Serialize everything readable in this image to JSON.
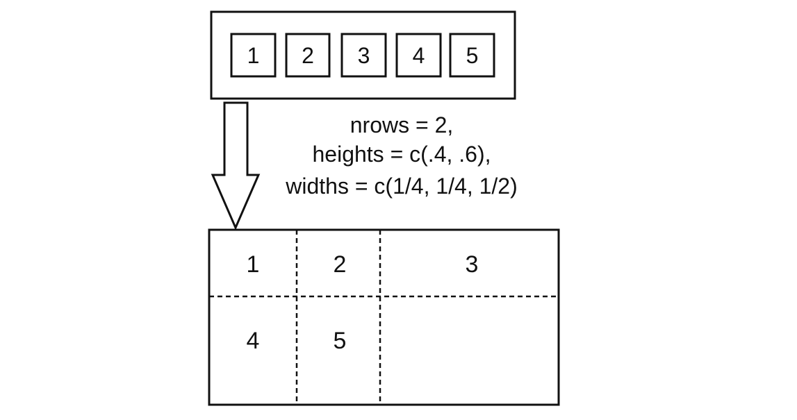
{
  "input_panels": [
    "1",
    "2",
    "3",
    "4",
    "5"
  ],
  "parameters": {
    "line1": "nrows = 2,",
    "line2": "heights = c(.4, .6),",
    "line3": "widths = c(1/4, 1/4, 1/2)"
  },
  "output_grid": {
    "rows": 2,
    "heights": [
      0.4,
      0.6
    ],
    "widths": [
      0.25,
      0.25,
      0.5
    ],
    "cells": [
      [
        "1",
        "2",
        "3"
      ],
      [
        "4",
        "5",
        ""
      ]
    ]
  },
  "colors": {
    "stroke": "#111111",
    "background": "#ffffff"
  }
}
